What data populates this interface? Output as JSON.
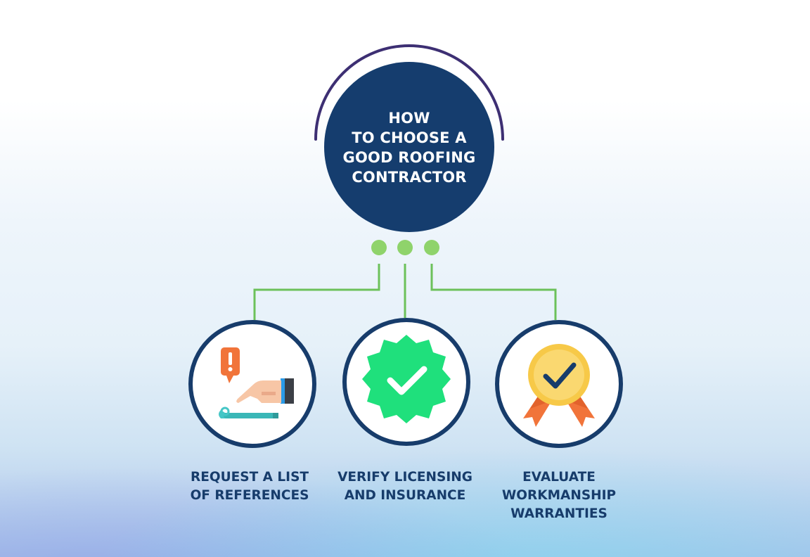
{
  "hub": {
    "title_lines": [
      "HOW",
      "TO CHOOSE A",
      "GOOD ROOFING",
      "CONTRACTOR"
    ]
  },
  "steps": [
    {
      "lines": [
        "REQUEST A LIST",
        "OF REFERENCES"
      ],
      "icon": "pointing-hand-icon"
    },
    {
      "lines": [
        "VERIFY LICENSING",
        "AND INSURANCE"
      ],
      "icon": "verified-badge-icon"
    },
    {
      "lines": [
        "EVALUATE",
        "WORKMANSHIP",
        "WARRANTIES"
      ],
      "icon": "award-medal-icon"
    }
  ],
  "colors": {
    "navy": "#153d6e",
    "accent_green": "#8fd36b",
    "connector_green": "#6cc15a",
    "arc_purple": "#3d2f73",
    "badge_green": "#1fe07c",
    "medal_yellow": "#f7c948",
    "ribbon_orange": "#f1743a"
  }
}
